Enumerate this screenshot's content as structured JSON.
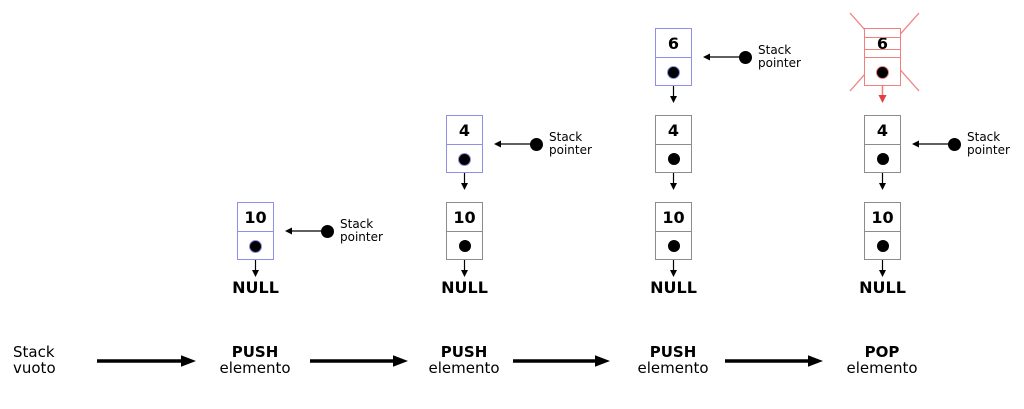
{
  "diagram": {
    "colors": {
      "new_node": "#8f8fe8",
      "old_node": "#8c8c8c",
      "popped_node": "#f08080",
      "popped_arrowhead": "#e04040",
      "line": "#000000",
      "background": "#ffffff"
    },
    "null_label": "NULL",
    "pointer_label": {
      "line1": "Stack",
      "line2": "pointer"
    },
    "stages": [
      {
        "name": "stack-vuoto",
        "label": {
          "line1": "Stack",
          "line2": "vuoto",
          "bold_line1": false
        },
        "nodes": [],
        "pointer_at": null
      },
      {
        "name": "push-1",
        "label": {
          "line1": "PUSH",
          "line2": "elemento",
          "bold_line1": true
        },
        "nodes": [
          {
            "value": "10",
            "state": "new",
            "row": 2
          }
        ],
        "pointer_at": 0
      },
      {
        "name": "push-2",
        "label": {
          "line1": "PUSH",
          "line2": "elemento",
          "bold_line1": true
        },
        "nodes": [
          {
            "value": "4",
            "state": "new",
            "row": 1
          },
          {
            "value": "10",
            "state": "old",
            "row": 2
          }
        ],
        "pointer_at": 0
      },
      {
        "name": "push-3",
        "label": {
          "line1": "PUSH",
          "line2": "elemento",
          "bold_line1": true
        },
        "nodes": [
          {
            "value": "6",
            "state": "new",
            "row": 0
          },
          {
            "value": "4",
            "state": "old",
            "row": 1
          },
          {
            "value": "10",
            "state": "old",
            "row": 2
          }
        ],
        "pointer_at": 0
      },
      {
        "name": "pop",
        "label": {
          "line1": "POP",
          "line2": "elemento",
          "bold_line1": true
        },
        "nodes": [
          {
            "value": "6",
            "state": "popped",
            "row": 0
          },
          {
            "value": "4",
            "state": "old",
            "row": 1
          },
          {
            "value": "10",
            "state": "old",
            "row": 2
          }
        ],
        "pointer_at": 1
      }
    ]
  }
}
